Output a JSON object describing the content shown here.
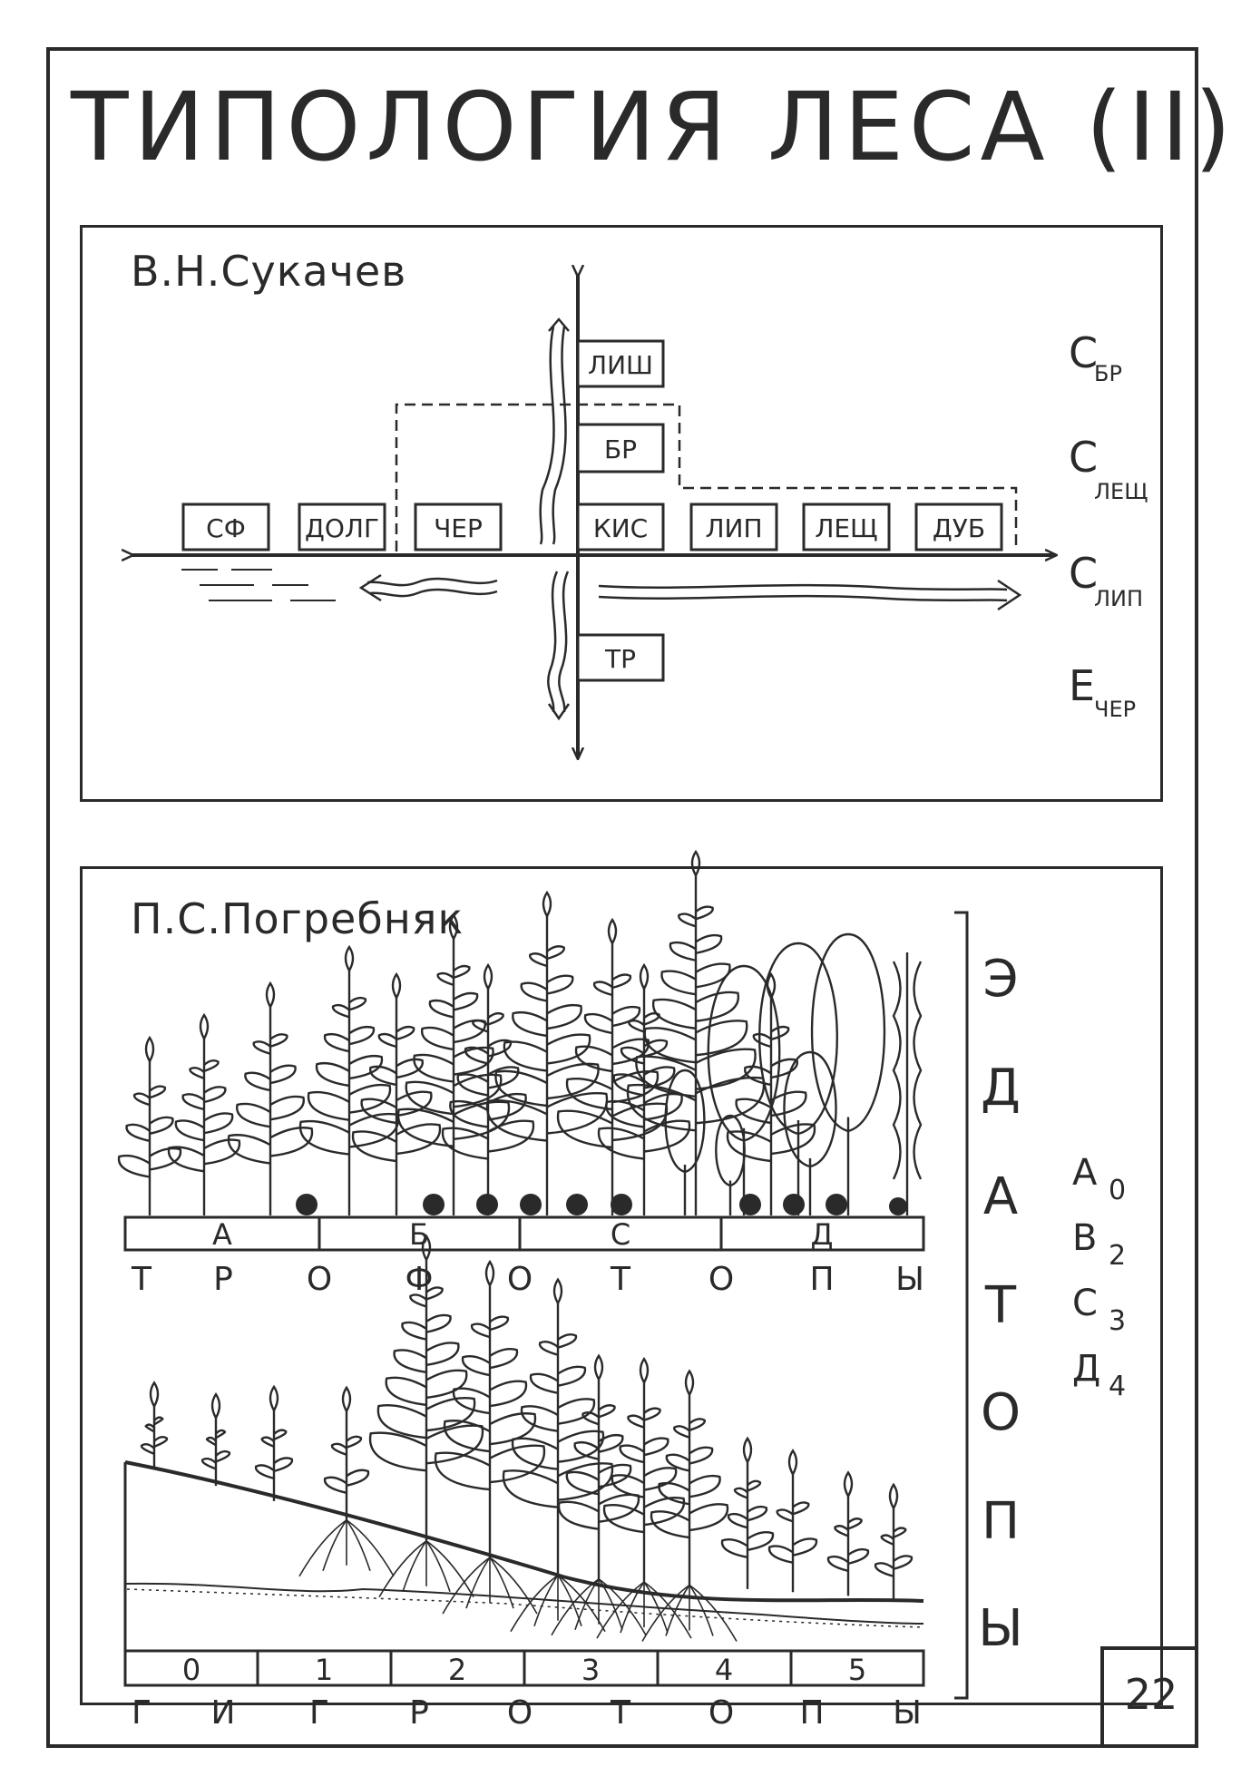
{
  "title": "ТИПОЛОГИЯ ЛЕСА (II)",
  "page_number": "22",
  "sukachev": {
    "author": "В.Н.Сукачев",
    "boxes": [
      "СФ",
      "ДОЛГ",
      "ЧЕР",
      "КИС",
      "ЛИП",
      "ЛЕЩ",
      "ДУБ",
      "ЛИШ",
      "БР",
      "ТР"
    ],
    "legend": [
      {
        "letter": "С",
        "sub": "БР"
      },
      {
        "letter": "С",
        "sub": "ЛЕЩ"
      },
      {
        "letter": "С",
        "sub": "ЛИП"
      },
      {
        "letter": "Е",
        "sub": "ЧЕР"
      }
    ]
  },
  "pogrebnyak": {
    "author": "П.С.Погребняк",
    "trophotope_scale": [
      "А",
      "Б",
      "С",
      "Д"
    ],
    "trophotope_caption": [
      "Т",
      "Р",
      "О",
      "Ф",
      "О",
      "Т",
      "О",
      "П",
      "Ы"
    ],
    "hygrotope_scale": [
      "0",
      "1",
      "2",
      "3",
      "4",
      "5"
    ],
    "hygrotope_caption": [
      "Г",
      "И",
      "Г",
      "Р",
      "О",
      "Т",
      "О",
      "П",
      "Ы"
    ],
    "edatope_caption": [
      "Э",
      "Д",
      "А",
      "Т",
      "О",
      "П",
      "Ы"
    ],
    "edatope_legend": [
      {
        "letter": "А",
        "sub": "0"
      },
      {
        "letter": "В",
        "sub": "2"
      },
      {
        "letter": "С",
        "sub": "3"
      },
      {
        "letter": "Д",
        "sub": "4"
      }
    ]
  }
}
